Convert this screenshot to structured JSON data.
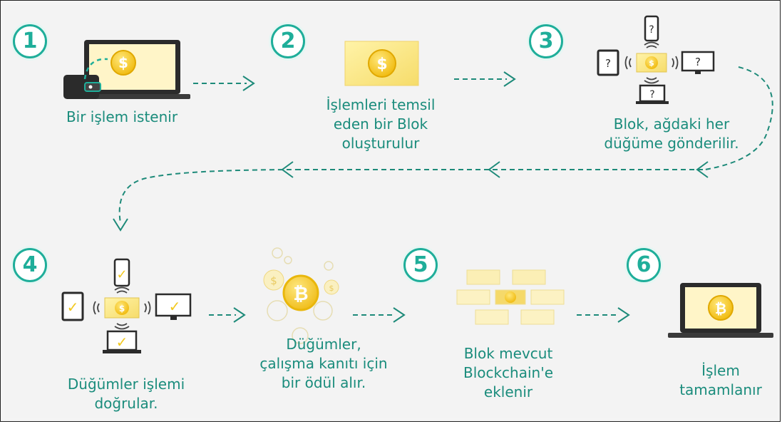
{
  "steps": [
    {
      "number": "1",
      "caption": "Bir işlem istenir"
    },
    {
      "number": "2",
      "caption": "İşlemleri temsil\neden bir Blok\noluşturulur"
    },
    {
      "number": "3",
      "caption": "Blok, ağdaki her\ndüğüme gönderilir."
    },
    {
      "number": "4",
      "caption": "Düğümler işlemi\ndoğrular."
    },
    {
      "number": "",
      "caption": "Düğümler,\nçalışma kanıtı için\nbir ödül alır."
    },
    {
      "number": "5",
      "caption": "Blok mevcut\nBlockchain'e\neklenir"
    },
    {
      "number": "6",
      "caption": "İşlem\ntamamlanır"
    }
  ],
  "icons": {
    "dollar": "$",
    "bitcoin": "₿",
    "question": "?",
    "check": "✓"
  },
  "colors": {
    "accent": "#1fae9a",
    "caption": "#1a8c7c",
    "gold": "#f2c81e",
    "dark": "#2b2b2b"
  }
}
